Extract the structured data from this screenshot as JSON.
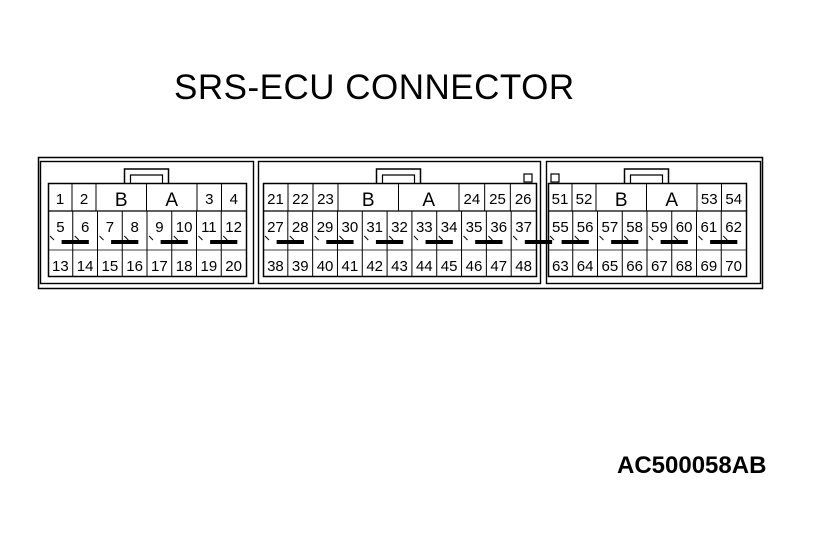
{
  "title": "SRS-ECU CONNECTOR",
  "figure_code": "AC500058AB",
  "connectors": [
    {
      "name": "connector-1",
      "row1_left": [
        "1",
        "2"
      ],
      "key_labels": [
        "B",
        "A"
      ],
      "row1_right": [
        "3",
        "4"
      ],
      "row2": [
        "5",
        "6",
        "7",
        "8",
        "9",
        "10",
        "11",
        "12"
      ],
      "row3": [
        "13",
        "14",
        "15",
        "16",
        "17",
        "18",
        "19",
        "20"
      ]
    },
    {
      "name": "connector-2",
      "row1_left": [
        "21",
        "22",
        "23"
      ],
      "key_labels": [
        "B",
        "A"
      ],
      "row1_right": [
        "24",
        "25",
        "26"
      ],
      "row2": [
        "27",
        "28",
        "29",
        "30",
        "31",
        "32",
        "33",
        "34",
        "35",
        "36",
        "37"
      ],
      "row3": [
        "38",
        "39",
        "40",
        "41",
        "42",
        "43",
        "44",
        "45",
        "46",
        "47",
        "48"
      ]
    },
    {
      "name": "connector-3",
      "row1_left": [
        "51",
        "52"
      ],
      "key_labels": [
        "B",
        "A"
      ],
      "row1_right": [
        "53",
        "54"
      ],
      "row2": [
        "55",
        "56",
        "57",
        "58",
        "59",
        "60",
        "61",
        "62"
      ],
      "row3": [
        "63",
        "64",
        "65",
        "66",
        "67",
        "68",
        "69",
        "70"
      ]
    }
  ]
}
